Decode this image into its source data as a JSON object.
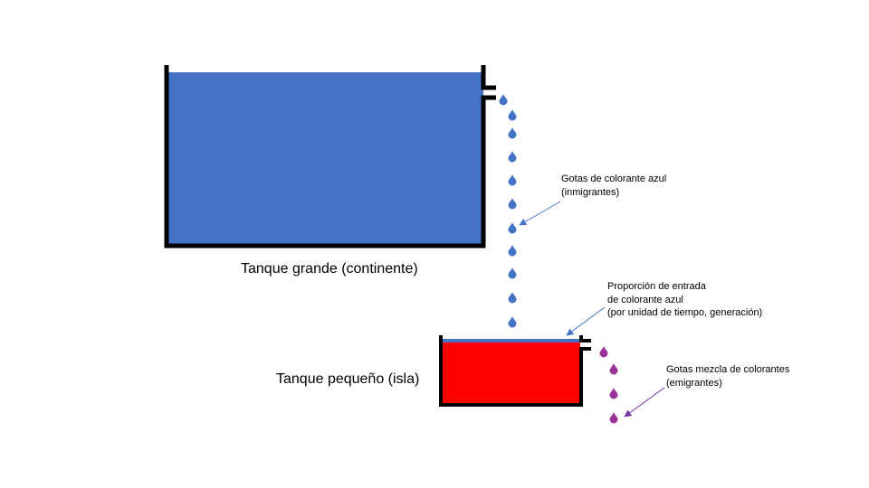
{
  "labels": {
    "large_tank": "Tanque grande (continente)",
    "small_tank": "Tanque pequeño (isla)",
    "blue_drops": [
      "Gotas de colorante azul",
      "(inmigrantes)"
    ],
    "inflow_rate": [
      "Proporción de entrada",
      "de colorante azul",
      "(por unidad de tiempo, generación)"
    ],
    "mixed_drops": [
      "Gotas mezcla de colorantes",
      "(emigrantes)"
    ]
  },
  "colors": {
    "large_tank_fill": "#4472C4",
    "small_tank_fill": "#FF0000",
    "blue_layer": "#4472C4",
    "blue_drop": "#4472C4",
    "blue_arrow": "#4472C4",
    "mixed_drop": "#993399",
    "mixed_arrow": "#7030A0",
    "tank_wall": "#000000"
  }
}
